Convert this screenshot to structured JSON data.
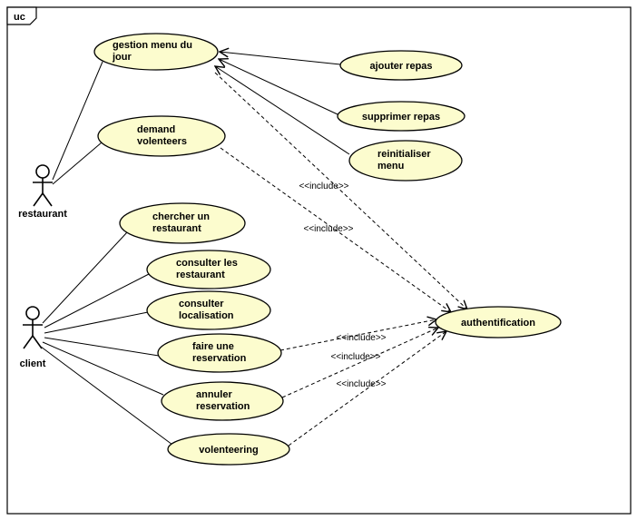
{
  "diagram": {
    "frame_tag": "uc"
  },
  "colors": {
    "usecase_fill": "#FCFCCE",
    "stroke": "#000000",
    "background": "#FFFFFF"
  },
  "actors": {
    "restaurant": {
      "label": "restaurant"
    },
    "client": {
      "label": "client"
    }
  },
  "usecases": {
    "gestion_menu": {
      "line1": "gestion menu du",
      "line2": "jour"
    },
    "ajouter_repas": {
      "line1": "ajouter repas"
    },
    "supprimer_repas": {
      "line1": "supprimer repas"
    },
    "reinitialiser_menu": {
      "line1": "reinitialiser",
      "line2": "menu"
    },
    "demand_volenteers": {
      "line1": "demand",
      "line2": "volenteers"
    },
    "chercher_restaurant": {
      "line1": "chercher un",
      "line2": "restaurant"
    },
    "consulter_les_restaurant": {
      "line1": "consulter les",
      "line2": "restaurant"
    },
    "consulter_localisation": {
      "line1": "consulter",
      "line2": "localisation"
    },
    "faire_reservation": {
      "line1": "faire une",
      "line2": "reservation"
    },
    "annuler_reservation": {
      "line1": "annuler",
      "line2": "reservation"
    },
    "volenteering": {
      "line1": "volenteering"
    },
    "authentification": {
      "line1": "authentification"
    }
  },
  "stereotypes": {
    "include": "<<include>>"
  },
  "relations": [
    {
      "from": "restaurant",
      "to": "gestion_menu",
      "type": "association"
    },
    {
      "from": "restaurant",
      "to": "demand_volenteers",
      "type": "association"
    },
    {
      "from": "client",
      "to": "chercher_restaurant",
      "type": "association"
    },
    {
      "from": "client",
      "to": "consulter_les_restaurant",
      "type": "association"
    },
    {
      "from": "client",
      "to": "consulter_localisation",
      "type": "association"
    },
    {
      "from": "client",
      "to": "faire_reservation",
      "type": "association"
    },
    {
      "from": "client",
      "to": "annuler_reservation",
      "type": "association"
    },
    {
      "from": "client",
      "to": "volenteering",
      "type": "association"
    },
    {
      "from": "ajouter_repas",
      "to": "gestion_menu",
      "type": "arrow"
    },
    {
      "from": "supprimer_repas",
      "to": "gestion_menu",
      "type": "arrow"
    },
    {
      "from": "reinitialiser_menu",
      "to": "gestion_menu",
      "type": "arrow"
    },
    {
      "from": "gestion_menu",
      "to": "authentification",
      "type": "include"
    },
    {
      "from": "demand_volenteers",
      "to": "authentification",
      "type": "include"
    },
    {
      "from": "faire_reservation",
      "to": "authentification",
      "type": "include"
    },
    {
      "from": "annuler_reservation",
      "to": "authentification",
      "type": "include"
    },
    {
      "from": "volenteering",
      "to": "authentification",
      "type": "include"
    }
  ]
}
